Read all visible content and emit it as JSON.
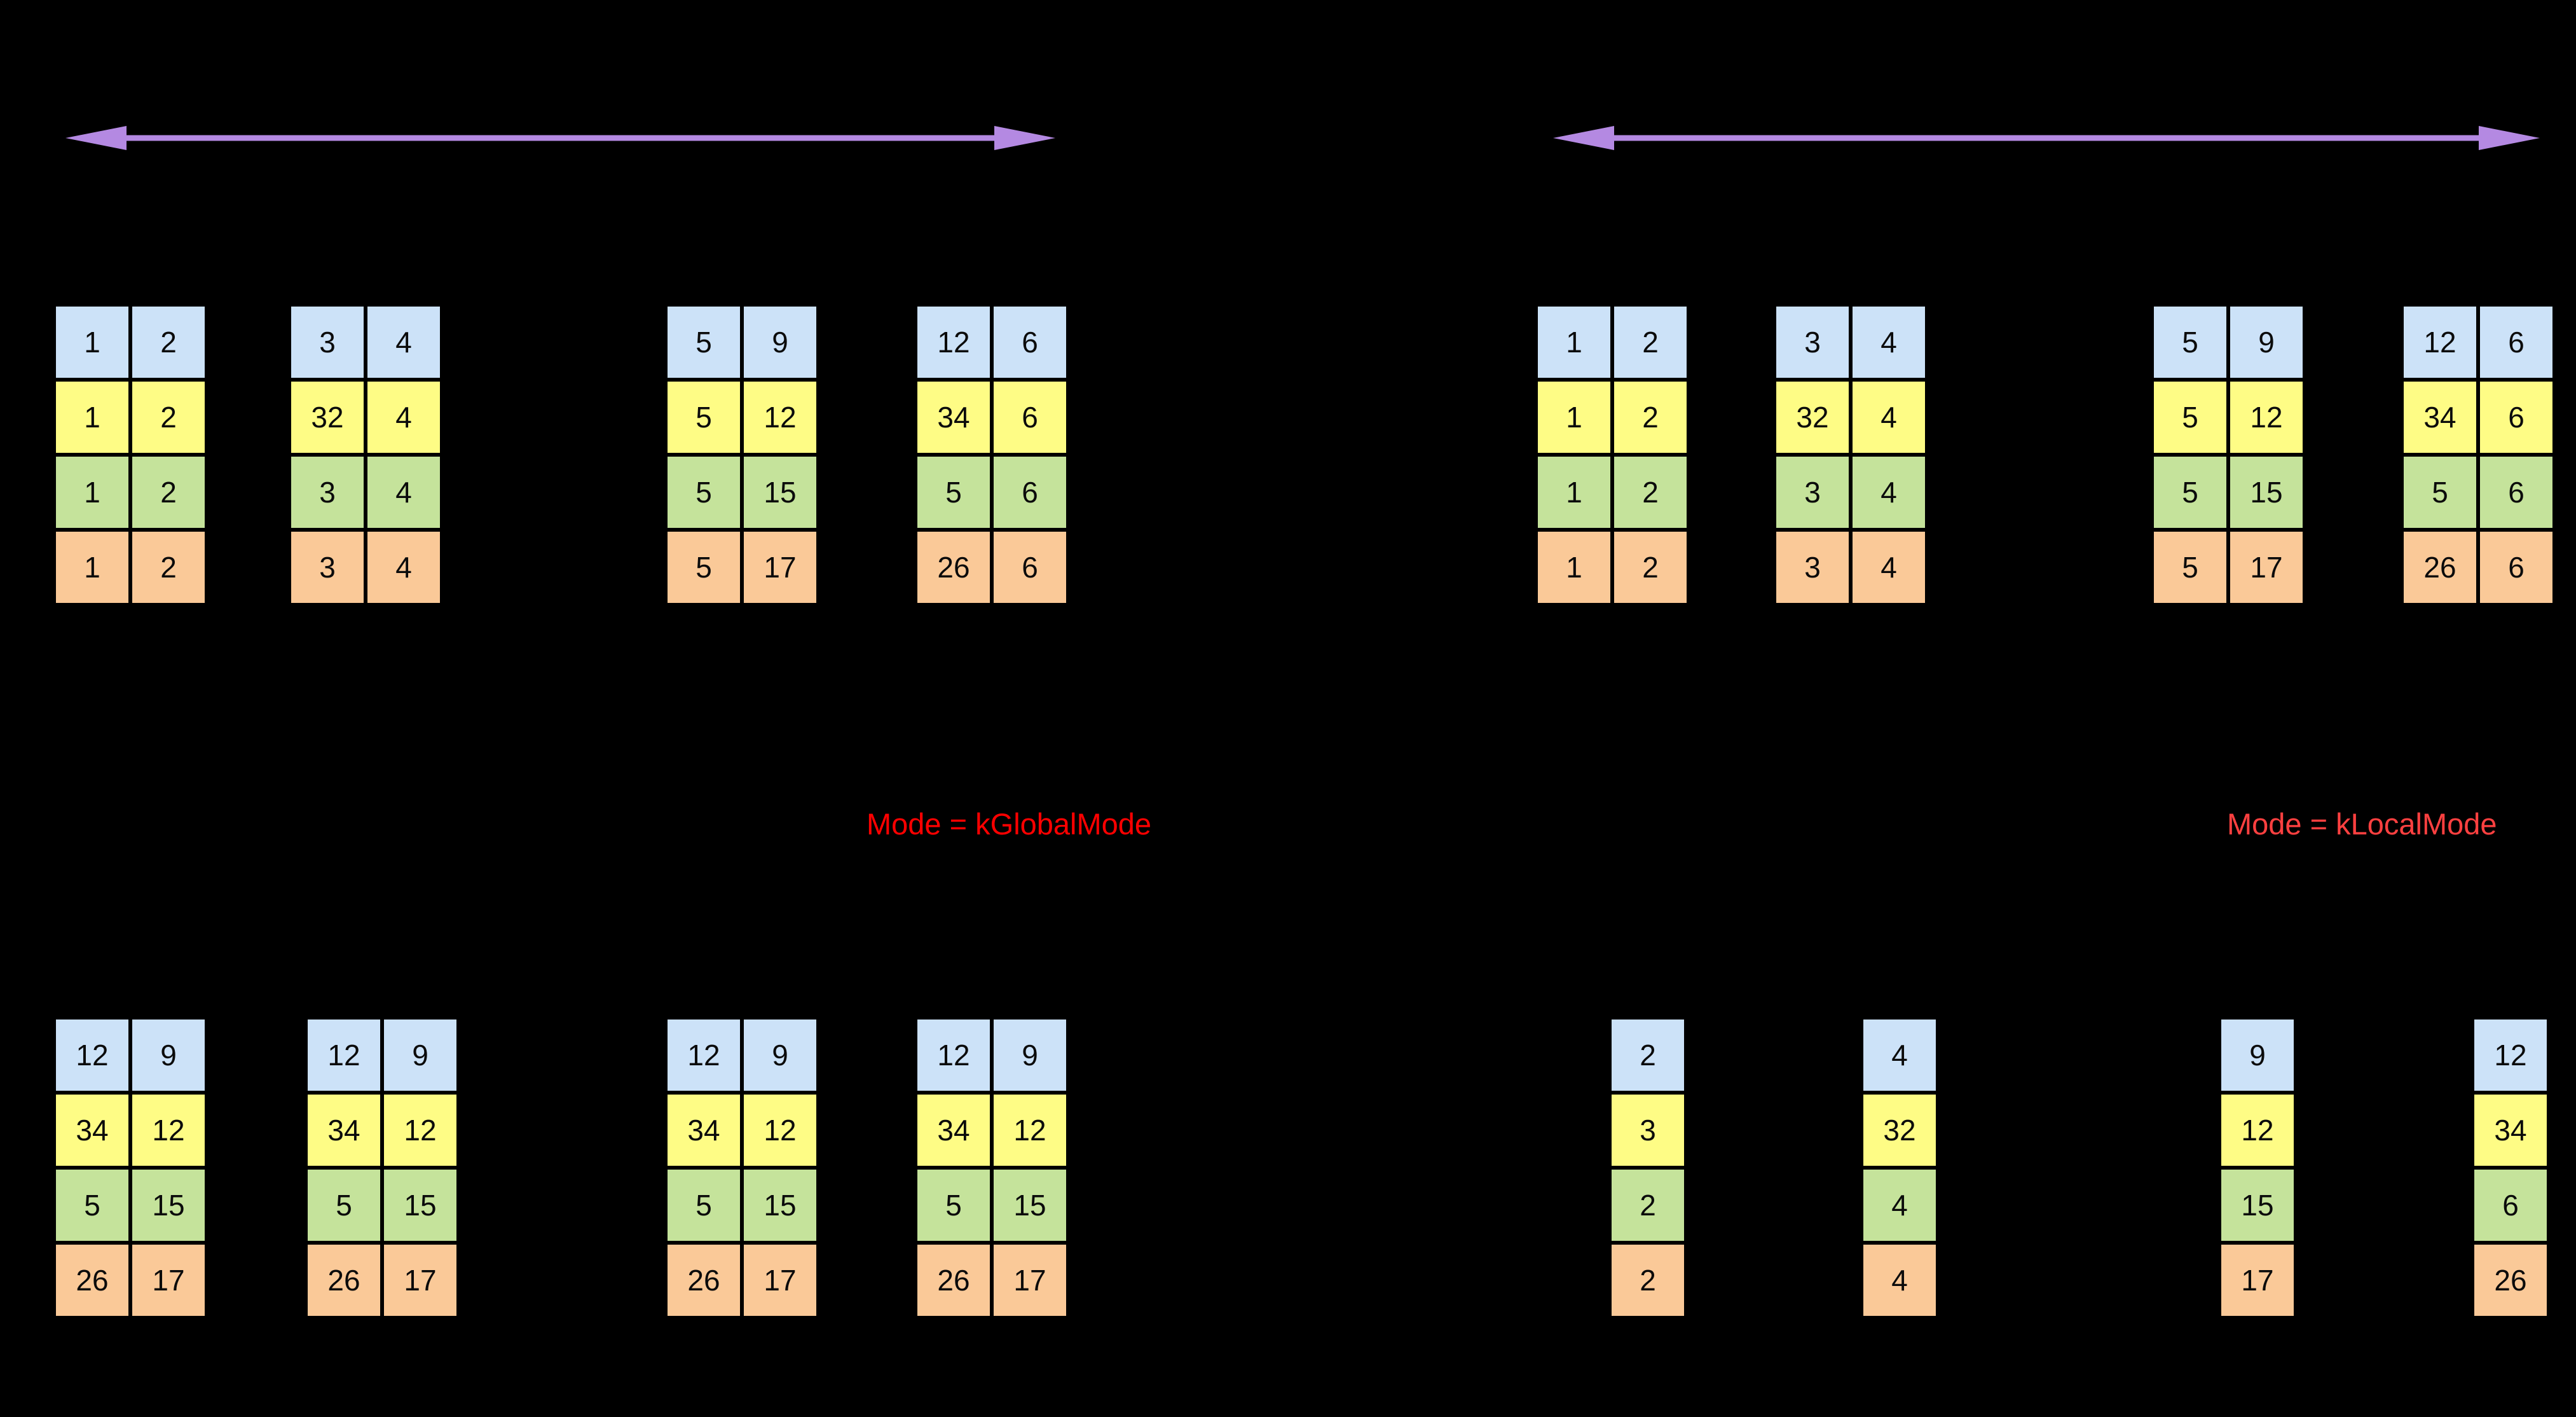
{
  "colors": {
    "background": "#000000",
    "arrow": "#b489e2",
    "mode_left": "#ff0000",
    "mode_right": "#ff4040",
    "row_blue": "#cce2f8",
    "row_yellow": "#fefc85",
    "row_green": "#c5e39b",
    "row_orange": "#fac998"
  },
  "annotations": {
    "global_mode_label": "Mode = kGlobalMode",
    "local_mode_label": "Mode = kLocalMode"
  },
  "groups": {
    "top_left": {
      "tables": [
        [
          [
            "1",
            "2"
          ],
          [
            "1",
            "2"
          ],
          [
            "1",
            "2"
          ],
          [
            "1",
            "2"
          ]
        ],
        [
          [
            "3",
            "4"
          ],
          [
            "32",
            "4"
          ],
          [
            "3",
            "4"
          ],
          [
            "3",
            "4"
          ]
        ],
        [
          [
            "5",
            "9"
          ],
          [
            "5",
            "12"
          ],
          [
            "5",
            "15"
          ],
          [
            "5",
            "17"
          ]
        ],
        [
          [
            "12",
            "6"
          ],
          [
            "34",
            "6"
          ],
          [
            "5",
            "6"
          ],
          [
            "26",
            "6"
          ]
        ]
      ]
    },
    "top_right": {
      "tables": [
        [
          [
            "1",
            "2"
          ],
          [
            "1",
            "2"
          ],
          [
            "1",
            "2"
          ],
          [
            "1",
            "2"
          ]
        ],
        [
          [
            "3",
            "4"
          ],
          [
            "32",
            "4"
          ],
          [
            "3",
            "4"
          ],
          [
            "3",
            "4"
          ]
        ],
        [
          [
            "5",
            "9"
          ],
          [
            "5",
            "12"
          ],
          [
            "5",
            "15"
          ],
          [
            "5",
            "17"
          ]
        ],
        [
          [
            "12",
            "6"
          ],
          [
            "34",
            "6"
          ],
          [
            "5",
            "6"
          ],
          [
            "26",
            "6"
          ]
        ]
      ]
    },
    "bottom_left": {
      "tables": [
        [
          [
            "12",
            "9"
          ],
          [
            "34",
            "12"
          ],
          [
            "5",
            "15"
          ],
          [
            "26",
            "17"
          ]
        ],
        [
          [
            "12",
            "9"
          ],
          [
            "34",
            "12"
          ],
          [
            "5",
            "15"
          ],
          [
            "26",
            "17"
          ]
        ],
        [
          [
            "12",
            "9"
          ],
          [
            "34",
            "12"
          ],
          [
            "5",
            "15"
          ],
          [
            "26",
            "17"
          ]
        ],
        [
          [
            "12",
            "9"
          ],
          [
            "34",
            "12"
          ],
          [
            "5",
            "15"
          ],
          [
            "26",
            "17"
          ]
        ]
      ]
    },
    "bottom_right": {
      "tables": [
        [
          [
            "2"
          ],
          [
            "3"
          ],
          [
            "2"
          ],
          [
            "2"
          ]
        ],
        [
          [
            "4"
          ],
          [
            "32"
          ],
          [
            "4"
          ],
          [
            "4"
          ]
        ],
        [
          [
            "9"
          ],
          [
            "12"
          ],
          [
            "15"
          ],
          [
            "17"
          ]
        ],
        [
          [
            "12"
          ],
          [
            "34"
          ],
          [
            "6"
          ],
          [
            "26"
          ]
        ]
      ]
    }
  }
}
